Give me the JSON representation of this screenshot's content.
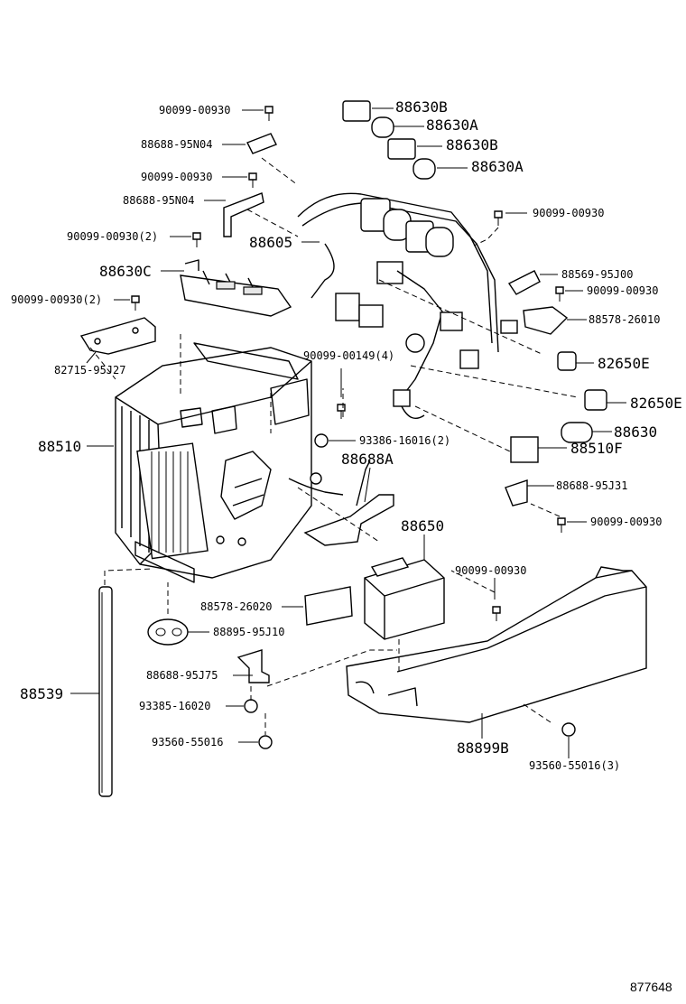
{
  "diagram": {
    "figure_number": "877648",
    "parts": [
      {
        "id": "p-90099-00930-a",
        "number": "90099-00930",
        "size": "small"
      },
      {
        "id": "p-88688-95n04-a",
        "number": "88688-95N04",
        "size": "small"
      },
      {
        "id": "p-90099-00930-b",
        "number": "90099-00930",
        "size": "small"
      },
      {
        "id": "p-88688-95n04-b",
        "number": "88688-95N04",
        "size": "small"
      },
      {
        "id": "p-90099-00930-2a",
        "number": "90099-00930(2)",
        "size": "small"
      },
      {
        "id": "p-88630c",
        "number": "88630C",
        "size": "large"
      },
      {
        "id": "p-90099-00930-2b",
        "number": "90099-00930(2)",
        "size": "small"
      },
      {
        "id": "p-82715-95j27",
        "number": "82715-95J27",
        "size": "small"
      },
      {
        "id": "p-88510",
        "number": "88510",
        "size": "large"
      },
      {
        "id": "p-88539",
        "number": "88539",
        "size": "large"
      },
      {
        "id": "p-88630b-a",
        "number": "88630B",
        "size": "large"
      },
      {
        "id": "p-88630a-a",
        "number": "88630A",
        "size": "large"
      },
      {
        "id": "p-88630b-b",
        "number": "88630B",
        "size": "large"
      },
      {
        "id": "p-88630a-b",
        "number": "88630A",
        "size": "large"
      },
      {
        "id": "p-90099-00930-c",
        "number": "90099-00930",
        "size": "small"
      },
      {
        "id": "p-88605",
        "number": "88605",
        "size": "large"
      },
      {
        "id": "p-88569-95j00",
        "number": "88569-95J00",
        "size": "small"
      },
      {
        "id": "p-90099-00930-d",
        "number": "90099-00930",
        "size": "small"
      },
      {
        "id": "p-88578-26010",
        "number": "88578-26010",
        "size": "small"
      },
      {
        "id": "p-82650e-a",
        "number": "82650E",
        "size": "large"
      },
      {
        "id": "p-82650e-b",
        "number": "82650E",
        "size": "large"
      },
      {
        "id": "p-88630",
        "number": "88630",
        "size": "large"
      },
      {
        "id": "p-88510f",
        "number": "88510F",
        "size": "large"
      },
      {
        "id": "p-88688-95j31",
        "number": "88688-95J31",
        "size": "small"
      },
      {
        "id": "p-90099-00930-e",
        "number": "90099-00930",
        "size": "small"
      },
      {
        "id": "p-90099-00149",
        "number": "90099-00149(4)",
        "size": "small"
      },
      {
        "id": "p-93386-16016",
        "number": "93386-16016(2)",
        "size": "small"
      },
      {
        "id": "p-88688a",
        "number": "88688A",
        "size": "large"
      },
      {
        "id": "p-88650",
        "number": "88650",
        "size": "large"
      },
      {
        "id": "p-90099-00930-f",
        "number": "90099-00930",
        "size": "small"
      },
      {
        "id": "p-88578-26020",
        "number": "88578-26020",
        "size": "small"
      },
      {
        "id": "p-88895-95j10",
        "number": "88895-95J10",
        "size": "small"
      },
      {
        "id": "p-88688-95j75",
        "number": "88688-95J75",
        "size": "small"
      },
      {
        "id": "p-93385-16020",
        "number": "93385-16020",
        "size": "small"
      },
      {
        "id": "p-93560-55016",
        "number": "93560-55016",
        "size": "small"
      },
      {
        "id": "p-88899b",
        "number": "88899B",
        "size": "large"
      },
      {
        "id": "p-93560-55016-3",
        "number": "93560-55016(3)",
        "size": "small"
      }
    ]
  }
}
